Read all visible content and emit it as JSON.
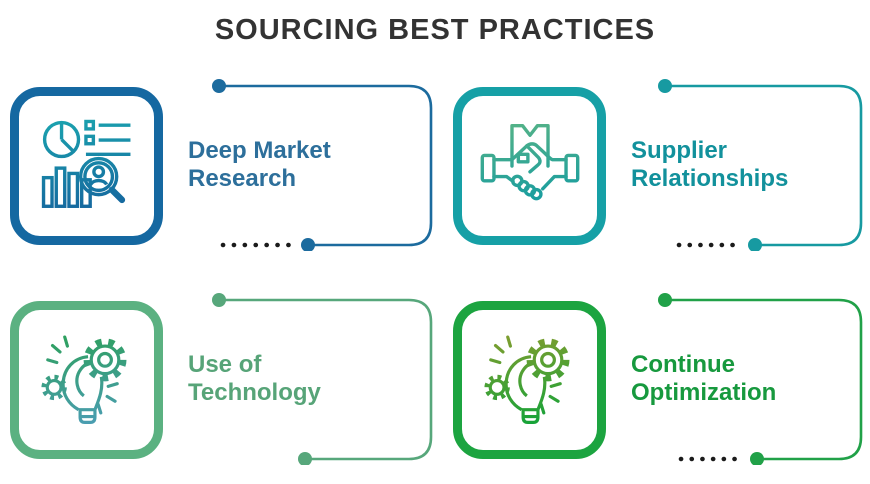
{
  "title": {
    "text": "SOURCING BEST PRACTICES",
    "color": "#333333"
  },
  "background": "#ffffff",
  "dot_tail_color": "#1b1b1b",
  "cards": [
    {
      "name": "deep-market-research",
      "label": "Deep Market\nResearch",
      "icon": "market-research-icon",
      "accent": "#1568a1",
      "text_color": "#2d6f9b",
      "line_color": "#1c6b9e",
      "icon_gradient": [
        "#1ba8b0",
        "#15659e"
      ],
      "dotted_tail": true
    },
    {
      "name": "supplier-relationships",
      "label": "Supplier\nRelationships",
      "icon": "handshake-icon",
      "accent": "#16a0a6",
      "text_color": "#12919c",
      "line_color": "#179aa1",
      "icon_gradient": [
        "#5fb683",
        "#109aa3"
      ],
      "dotted_tail": true
    },
    {
      "name": "use-of-technology",
      "label": "Use of\nTechnology",
      "icon": "bulb-gears-icon",
      "accent": "#5bb181",
      "text_color": "#57a478",
      "line_color": "#57a77b",
      "icon_gradient": [
        "#2aa052",
        "#4b9db4"
      ],
      "dotted_tail": false
    },
    {
      "name": "continue-optimization",
      "label": "Continue\nOptimization",
      "icon": "bulb-gears-icon",
      "accent": "#1ca440",
      "text_color": "#17993e",
      "line_color": "#21a148",
      "icon_gradient": [
        "#8d9d2e",
        "#12a339"
      ],
      "dotted_tail": true
    }
  ]
}
